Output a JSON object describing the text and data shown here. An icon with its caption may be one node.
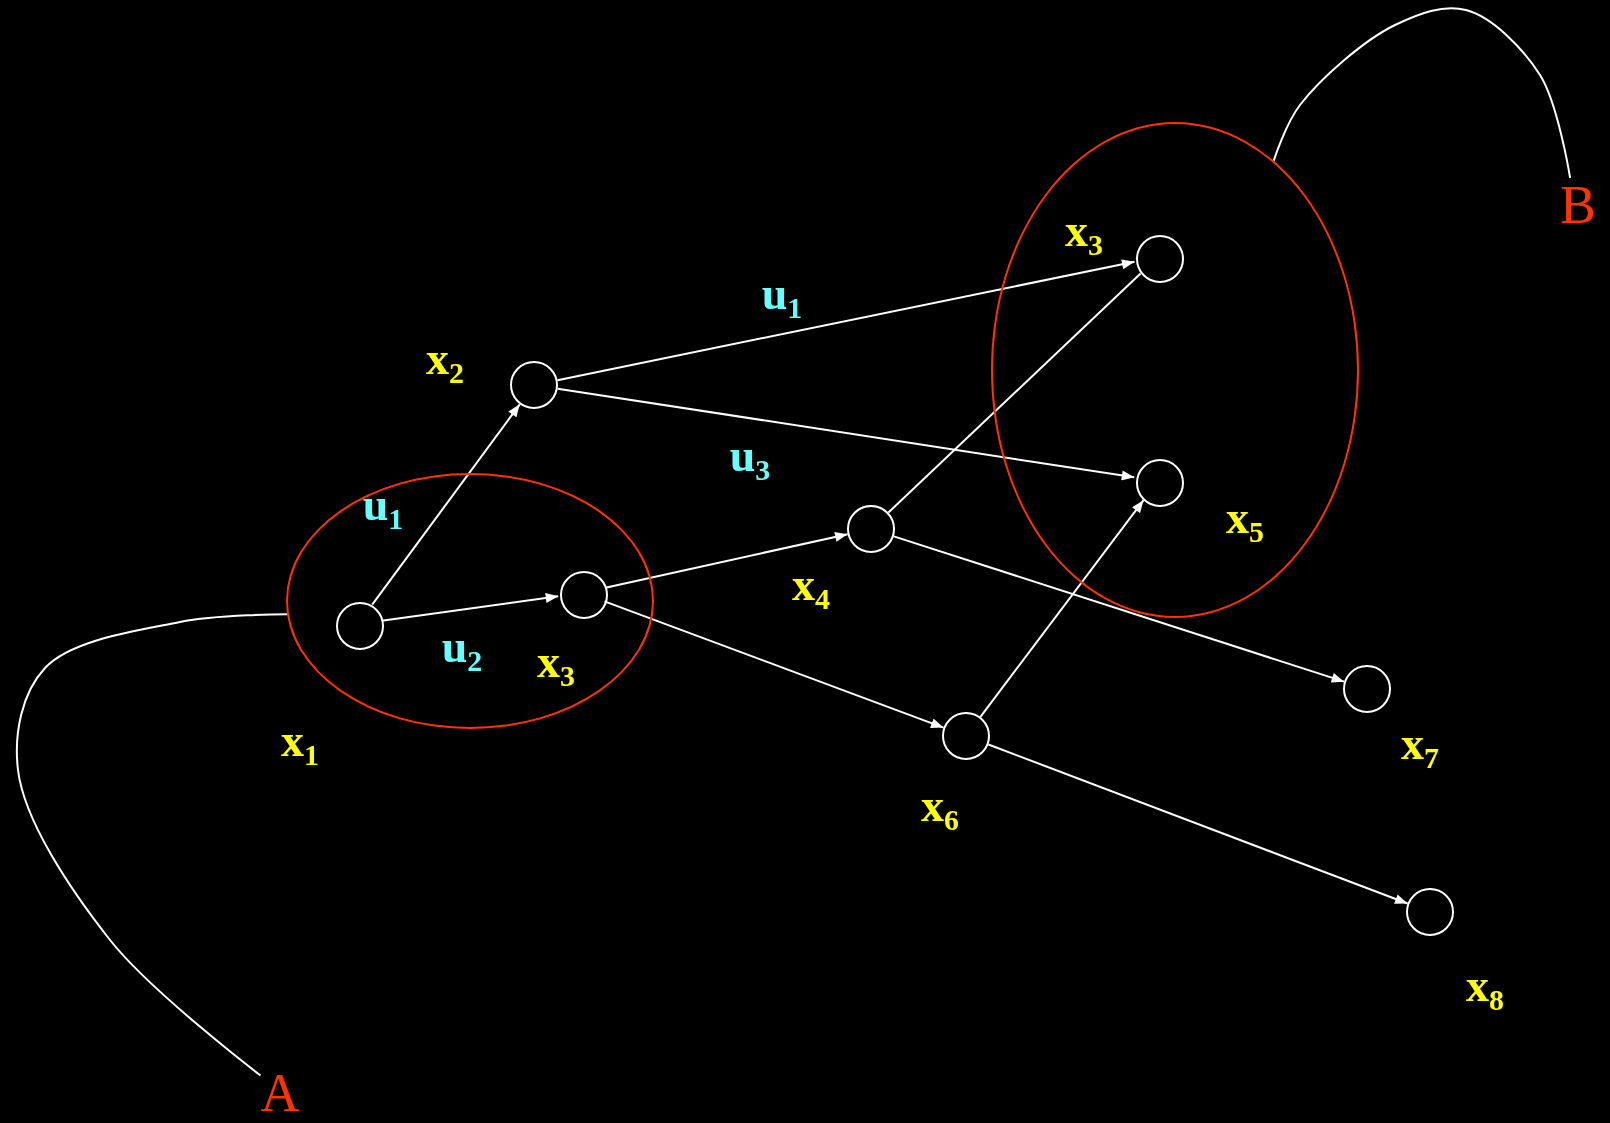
{
  "diagram": {
    "nodes": [
      {
        "text": [],
        "shape": "ellipse"
      },
      {
        "text": [],
        "shape": "circle",
        "in": 0,
        "beside": [
          "x$_{1}$"
        ]
      },
      {
        "text": [],
        "shape": "circle",
        "in": 0,
        "beside": [
          "x$_{3}$"
        ]
      },
      {
        "text": [],
        "shape": "circle",
        "beside": [
          "x$_{2}$"
        ]
      },
      {
        "text": [],
        "shape": "circle",
        "beside": [
          "x$_{4}$"
        ]
      },
      {
        "text": [],
        "shape": "ellipse"
      },
      {
        "text": [],
        "shape": "circle",
        "in": 5,
        "beside": [
          "x$_{3}$"
        ]
      },
      {
        "text": [],
        "shape": "circle",
        "in": 5,
        "beside": [
          "x$_{5}$"
        ]
      },
      {
        "text": [],
        "shape": "circle",
        "beside": [
          "x$_{6}$"
        ]
      },
      {
        "text": [],
        "shape": "circle",
        "beside": [
          "x$_{7}$"
        ]
      },
      {
        "text": [],
        "shape": "circle",
        "beside": [
          "x$_{8}$"
        ]
      },
      {
        "text": [
          "A"
        ]
      },
      {
        "text": [
          "B"
        ]
      }
    ],
    "edges": [
      {
        "from": 1,
        "to": 3,
        "arrow": "to",
        "label": "u$_{1}$"
      },
      {
        "from": 1,
        "to": 2,
        "arrow": "to",
        "label": "u$_{2}$"
      },
      {
        "from": 3,
        "to": 6,
        "arrow": "to",
        "label": "u$_{1}$"
      },
      {
        "from": 3,
        "to": 7,
        "arrow": "to",
        "label": "u$_{3}$"
      },
      {
        "from": 2,
        "to": 4,
        "arrow": "to"
      },
      {
        "from": 2,
        "to": 8,
        "arrow": "to"
      },
      {
        "from": 4,
        "to": 6,
        "arrow": "none"
      },
      {
        "from": 4,
        "to": 9,
        "arrow": "to"
      },
      {
        "from": 8,
        "to": 7,
        "arrow": "to"
      },
      {
        "from": 8,
        "to": 10,
        "arrow": "to"
      },
      {
        "from": 11,
        "to": 0,
        "arrow": "none"
      },
      {
        "from": 12,
        "to": 5,
        "arrow": "none"
      }
    ]
  }
}
